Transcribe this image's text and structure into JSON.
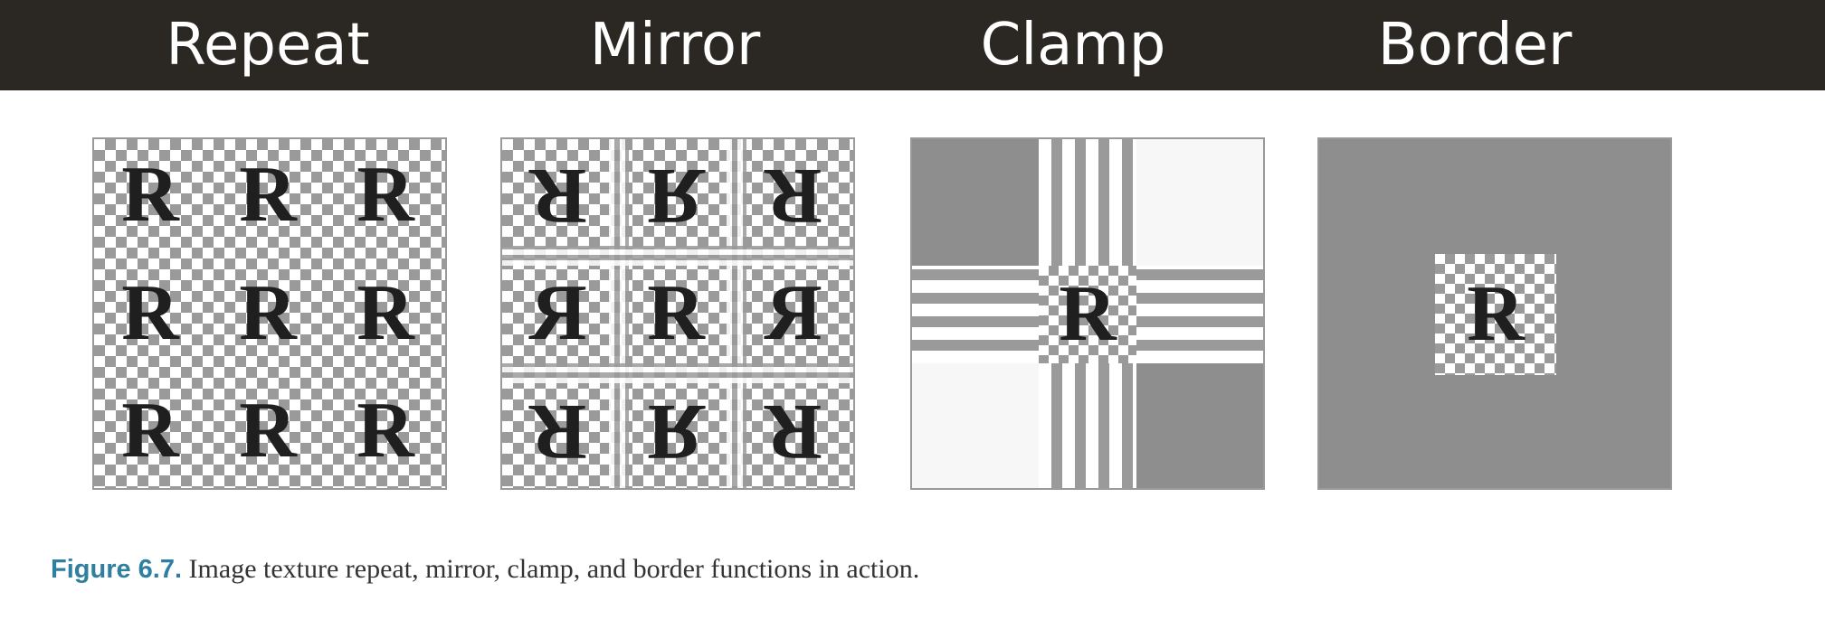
{
  "header": {
    "titles": [
      "Repeat",
      "Mirror",
      "Clamp",
      "Border"
    ],
    "background_color": "#2b2722",
    "text_color": "#ffffff"
  },
  "panels": {
    "glyph": "R",
    "checker_colors": [
      "#ffffff",
      "#9a9a9a"
    ]
  },
  "caption": {
    "label": "Figure 6.7.",
    "text": " Image texture repeat, mirror, clamp, and border functions in action.",
    "label_color": "#2f7fa0"
  }
}
